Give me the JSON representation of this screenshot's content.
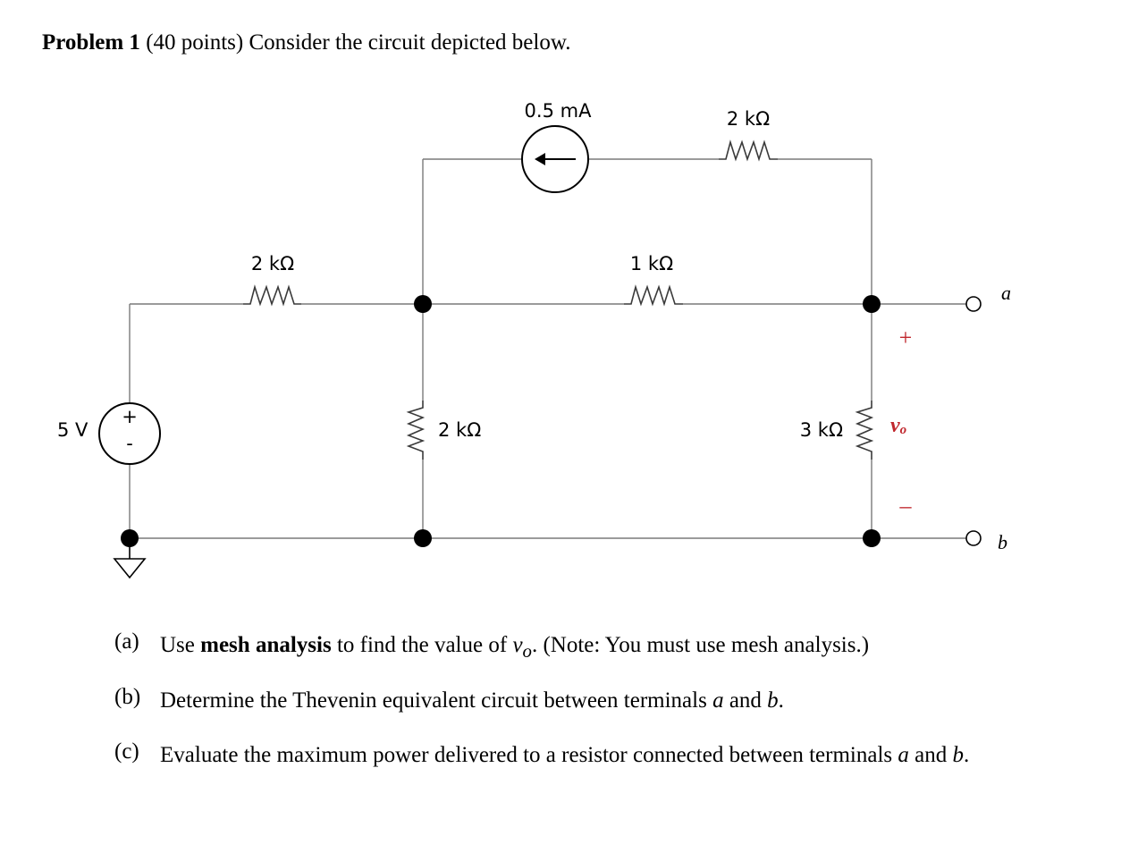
{
  "problem": {
    "number_label": "Problem 1",
    "intro": "(40 points) Consider the circuit depicted below."
  },
  "circuit": {
    "current_source": "0.5 mA",
    "voltage_source": "5 V",
    "source_plus": "+",
    "source_minus": "-",
    "r_left_top": "2 kΩ",
    "r_top_right": "2 kΩ",
    "r_middle": "1 kΩ",
    "r_vertical_mid": "2 kΩ",
    "r_vertical_right": "3 kΩ",
    "vo_plus": "+",
    "vo_minus": "–",
    "vo_label": "v",
    "vo_sub": "o",
    "terminal_a": "a",
    "terminal_b": "b"
  },
  "questions": {
    "a": {
      "tag": "(a)",
      "pre": "Use ",
      "bold": "mesh analysis",
      "mid": " to find the value of ",
      "var": "v",
      "var_sub": "o",
      "post": ". (Note: You must use mesh analysis.)"
    },
    "b": {
      "tag": "(b)",
      "pre": "Determine the Thevenin equivalent circuit between terminals ",
      "t1": "a",
      "and": " and ",
      "t2": "b",
      "post": "."
    },
    "c": {
      "tag": "(c)",
      "pre": "Evaluate the maximum power delivered to a resistor connected between terminals ",
      "t1": "a",
      "and": " and ",
      "t2": "b",
      "post": "."
    }
  }
}
